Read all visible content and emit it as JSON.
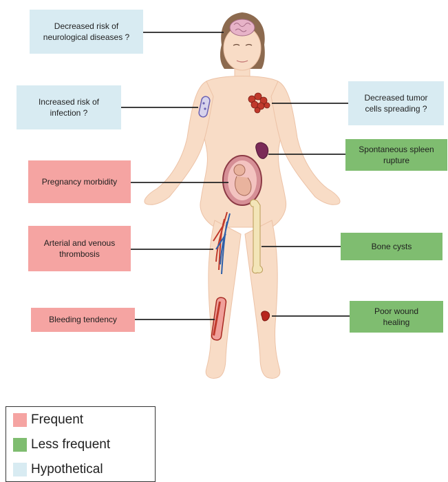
{
  "colors": {
    "frequent": "#f5a4a2",
    "less_frequent": "#7fbd70",
    "hypothetical": "#d8ebf2",
    "skin": "#f8dcc6",
    "hair": "#8c6a4f"
  },
  "boxes": {
    "neuro": "Decreased risk of\nneurological diseases ?",
    "infection": "Increased risk of\ninfection ?",
    "tumor": "Decreased tumor\ncells spreading ?",
    "spleen": "Spontaneous spleen\nrupture",
    "pregnancy": "Pregnancy morbidity",
    "thrombosis": "Arterial and venous\nthrombosis",
    "bone": "Bone cysts",
    "bleeding": "Bleeding tendency",
    "wound": "Poor wound\nhealing"
  },
  "legend": {
    "frequent": "Frequent",
    "less_frequent": "Less frequent",
    "hypothetical": "Hypothetical"
  },
  "icons": [
    "body-icon",
    "brain-icon",
    "bacteria-icon",
    "tumor-icon",
    "spleen-icon",
    "fetus-icon",
    "blood-vessels-icon",
    "femur-icon",
    "wound-icon",
    "vessel-icon"
  ]
}
